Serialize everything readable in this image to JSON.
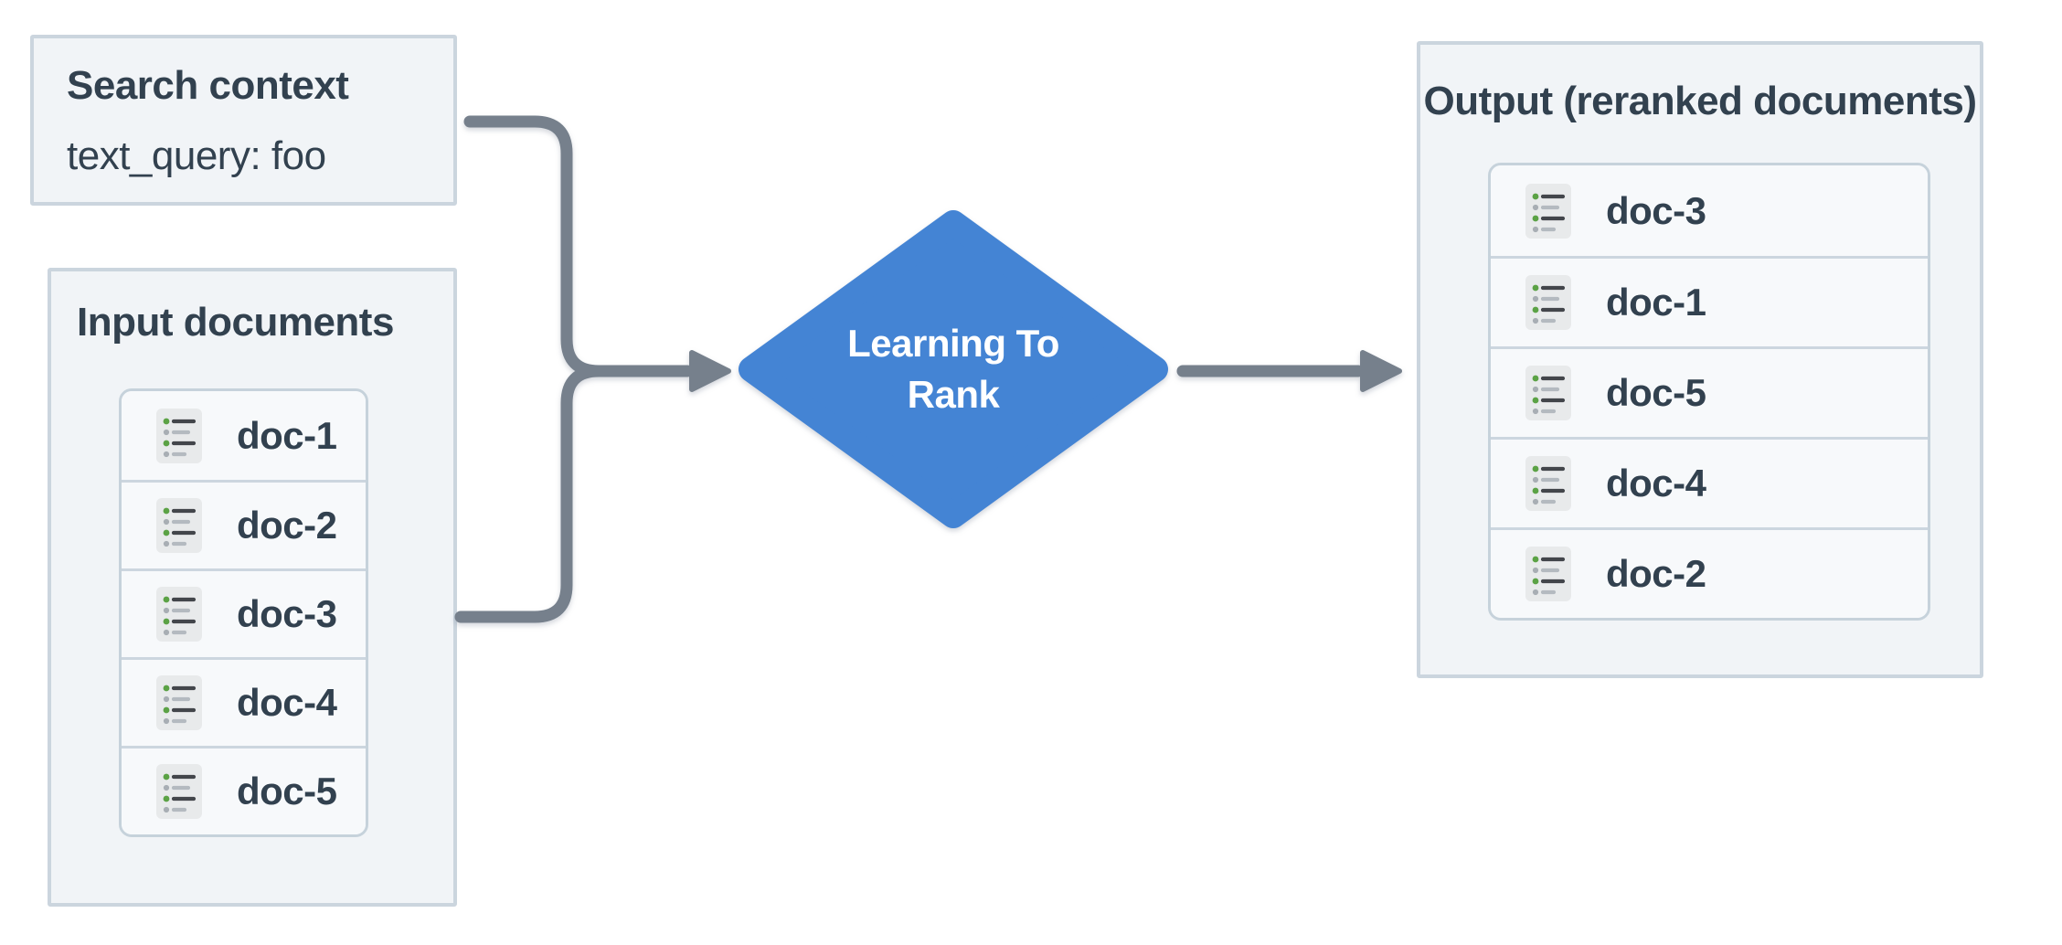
{
  "colors": {
    "accent_blue": "#4484d4",
    "connector_gray": "#76808c",
    "panel_bg": "#f1f4f7",
    "panel_border": "#cbd5de",
    "inner_border": "#c6d2db",
    "row_bg": "#f7f9fb",
    "divider": "#ccd6df",
    "text": "#32414f",
    "icon_bg": "#e8eaeb",
    "icon_line_dark": "#43464b",
    "icon_line_light": "#b4bac0",
    "icon_dot_green": "#5ba245",
    "icon_dot_gray": "#a8aeb4",
    "diamond_text": "#ffffff"
  },
  "search_context": {
    "title": "Search context",
    "query_line": "text_query: foo"
  },
  "input_documents": {
    "title": "Input documents",
    "docs": [
      "doc-1",
      "doc-2",
      "doc-3",
      "doc-4",
      "doc-5"
    ]
  },
  "ltr_node": {
    "lines": [
      "Learning To",
      "Rank"
    ]
  },
  "output_documents": {
    "title": "Output (reranked documents)",
    "docs": [
      "doc-3",
      "doc-1",
      "doc-5",
      "doc-4",
      "doc-2"
    ]
  },
  "icons": {
    "doc_icon": "list-icon"
  }
}
